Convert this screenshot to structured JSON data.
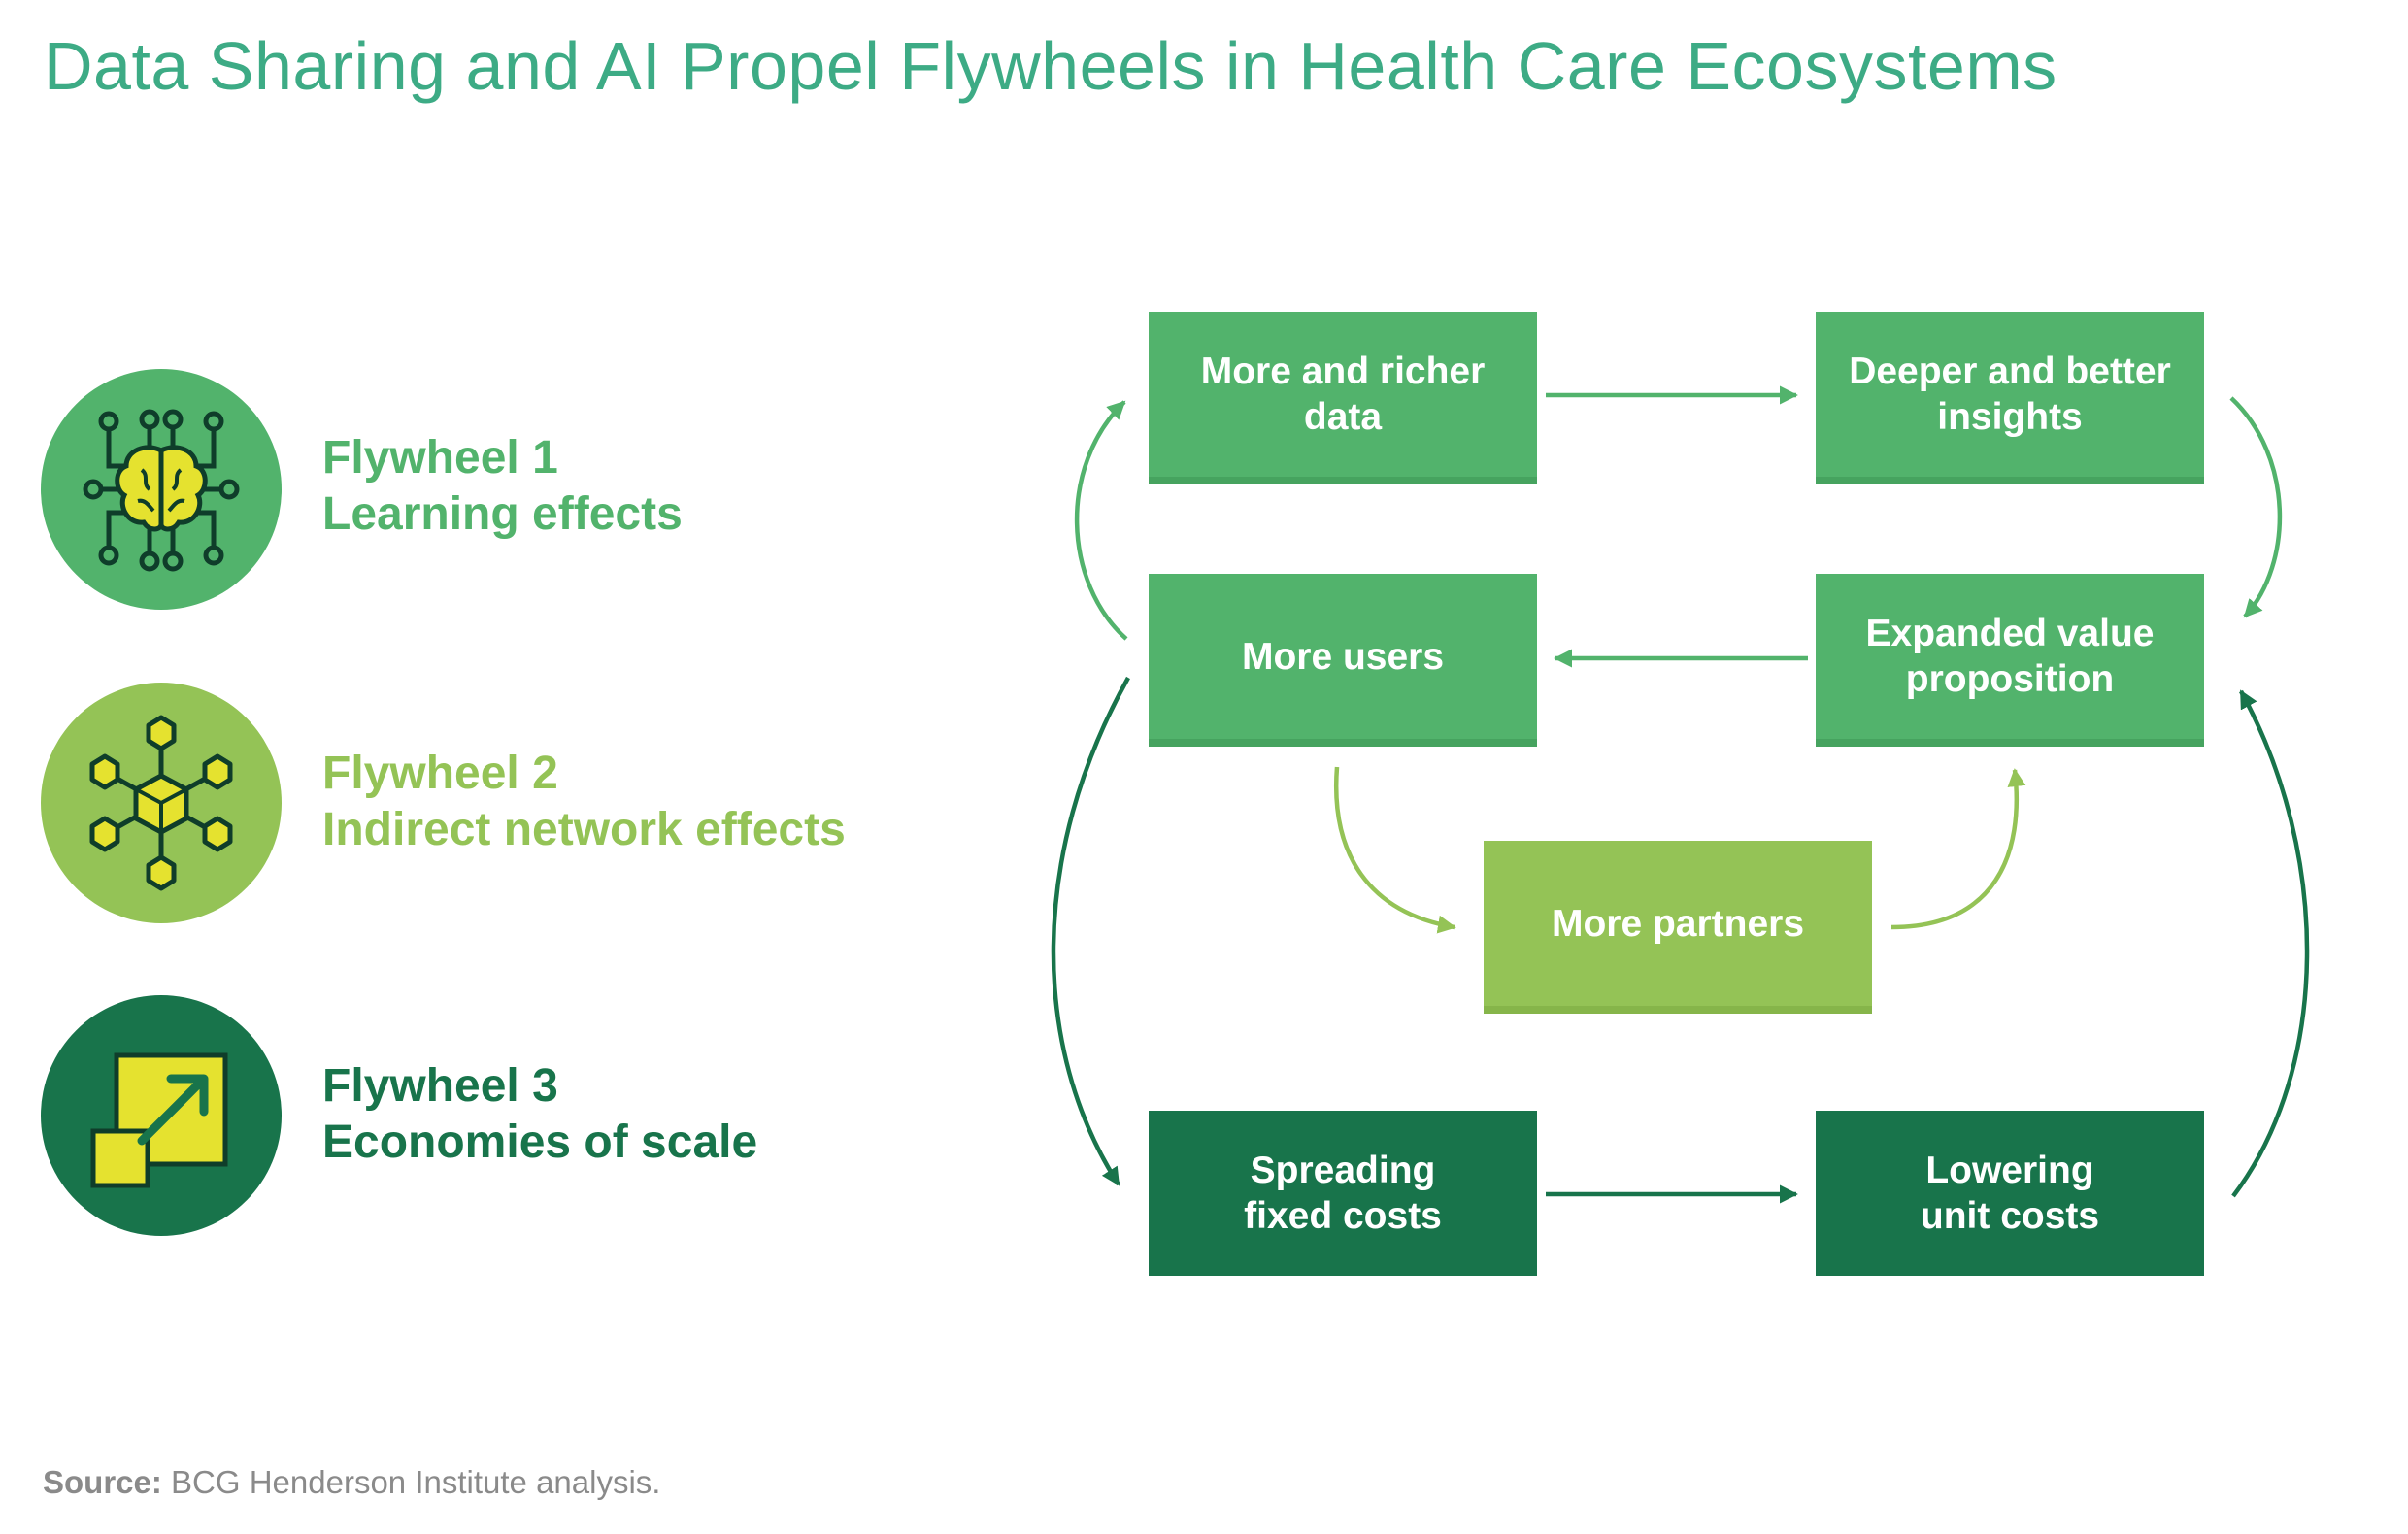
{
  "title": "Data Sharing and AI Propel Flywheels in Health Care Ecosystems",
  "colors": {
    "title": "#3dab85",
    "flywheel1": "#52b36c",
    "flywheel2": "#94c356",
    "flywheel3": "#18744b",
    "icon_accent": "#e5e22f",
    "source_text": "#8a8a8a"
  },
  "legend": [
    {
      "line1": "Flywheel 1",
      "line2": "Learning effects",
      "icon": "brain-circuit-icon"
    },
    {
      "line1": "Flywheel 2",
      "line2": "Indirect network effects",
      "icon": "hexagon-network-icon"
    },
    {
      "line1": "Flywheel 3",
      "line2": "Economies of scale",
      "icon": "scale-up-arrow-icon"
    }
  ],
  "nodes": {
    "more_data": {
      "line1": "More and richer",
      "line2": "data"
    },
    "insights": {
      "line1": "Deeper and better",
      "line2": "insights"
    },
    "more_users": {
      "line1": "More users",
      "line2": ""
    },
    "value_prop": {
      "line1": "Expanded value",
      "line2": "proposition"
    },
    "partners": {
      "line1": "More partners",
      "line2": ""
    },
    "fixed_costs": {
      "line1": "Spreading",
      "line2": "fixed costs"
    },
    "unit_costs": {
      "line1": "Lowering",
      "line2": "unit costs"
    }
  },
  "source": {
    "label": "Source:",
    "text": " BCG Henderson Institute analysis."
  }
}
